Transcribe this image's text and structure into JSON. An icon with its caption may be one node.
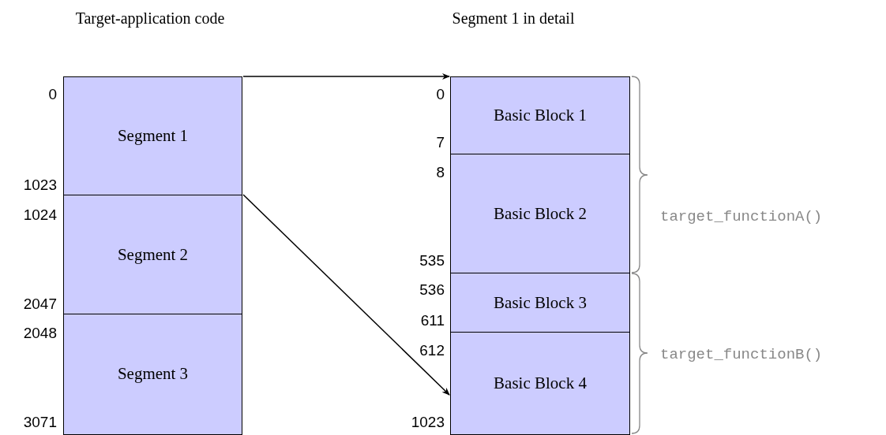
{
  "diagram": {
    "nodes": [
      {
        "text": [
          "Segment 1"
        ]
      },
      {
        "text": [
          "Segment 2"
        ]
      },
      {
        "text": [
          "Segment 3"
        ]
      },
      {
        "text": [
          "Basic Block 1"
        ]
      },
      {
        "text": [
          "Basic Block 2"
        ]
      },
      {
        "text": [
          "Basic Block 3"
        ]
      },
      {
        "text": [
          "Basic Block 4"
        ]
      }
    ],
    "edges": [
      {
        "from": 0,
        "to": 3,
        "arrow": "to"
      },
      {
        "from": 0,
        "to": 6,
        "arrow": "to"
      }
    ],
    "labels": [
      "Target-application code",
      "Segment 1 in detail",
      "0",
      "0",
      "1023",
      "7",
      "8",
      "1024",
      "target_functionA()",
      "535",
      "536",
      "2047",
      "611",
      "2048",
      "612",
      "target_functionB()",
      "3071",
      "1023"
    ]
  }
}
